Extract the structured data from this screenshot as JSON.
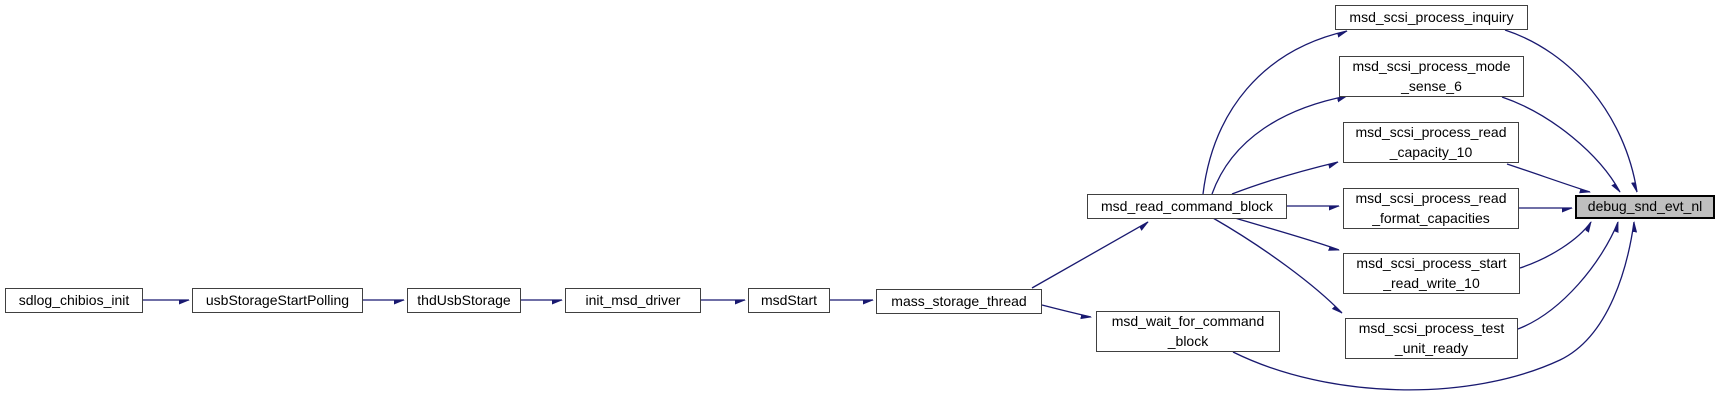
{
  "diagram": {
    "kind": "doxygen-call-graph",
    "colors": {
      "background": "#ffffff",
      "edge": "#191970",
      "node_border": "#404040",
      "node_fill": "#ffffff",
      "highlight_fill": "#bfbfbf",
      "text": "#000000"
    },
    "nodes": {
      "sdlog_chibios_init": {
        "label": "sdlog_chibios_init"
      },
      "usbStorageStartPolling": {
        "label": "usbStorageStartPolling"
      },
      "thdUsbStorage": {
        "label": "thdUsbStorage"
      },
      "init_msd_driver": {
        "label": "init_msd_driver"
      },
      "msdStart": {
        "label": "msdStart"
      },
      "mass_storage_thread": {
        "label": "mass_storage_thread"
      },
      "msd_read_command_block": {
        "label": "msd_read_command_block"
      },
      "msd_wait_for_command_block": {
        "label": "msd_wait_for_command\n_block"
      },
      "msd_scsi_process_inquiry": {
        "label": "msd_scsi_process_inquiry"
      },
      "msd_scsi_process_mode_sense_6": {
        "label": "msd_scsi_process_mode\n_sense_6"
      },
      "msd_scsi_process_read_capacity_10": {
        "label": "msd_scsi_process_read\n_capacity_10"
      },
      "msd_scsi_process_read_format_capacities": {
        "label": "msd_scsi_process_read\n_format_capacities"
      },
      "msd_scsi_process_start_read_write_10": {
        "label": "msd_scsi_process_start\n_read_write_10"
      },
      "msd_scsi_process_test_unit_ready": {
        "label": "msd_scsi_process_test\n_unit_ready"
      },
      "debug_snd_evt_nl": {
        "label": "debug_snd_evt_nl"
      }
    },
    "edges": [
      {
        "from": "sdlog_chibios_init",
        "to": "usbStorageStartPolling"
      },
      {
        "from": "usbStorageStartPolling",
        "to": "thdUsbStorage"
      },
      {
        "from": "thdUsbStorage",
        "to": "init_msd_driver"
      },
      {
        "from": "init_msd_driver",
        "to": "msdStart"
      },
      {
        "from": "msdStart",
        "to": "mass_storage_thread"
      },
      {
        "from": "mass_storage_thread",
        "to": "msd_read_command_block"
      },
      {
        "from": "mass_storage_thread",
        "to": "msd_wait_for_command_block"
      },
      {
        "from": "msd_read_command_block",
        "to": "msd_scsi_process_inquiry"
      },
      {
        "from": "msd_read_command_block",
        "to": "msd_scsi_process_mode_sense_6"
      },
      {
        "from": "msd_read_command_block",
        "to": "msd_scsi_process_read_capacity_10"
      },
      {
        "from": "msd_read_command_block",
        "to": "msd_scsi_process_read_format_capacities"
      },
      {
        "from": "msd_read_command_block",
        "to": "msd_scsi_process_start_read_write_10"
      },
      {
        "from": "msd_read_command_block",
        "to": "msd_scsi_process_test_unit_ready"
      },
      {
        "from": "msd_scsi_process_inquiry",
        "to": "debug_snd_evt_nl"
      },
      {
        "from": "msd_scsi_process_mode_sense_6",
        "to": "debug_snd_evt_nl"
      },
      {
        "from": "msd_scsi_process_read_capacity_10",
        "to": "debug_snd_evt_nl"
      },
      {
        "from": "msd_scsi_process_read_format_capacities",
        "to": "debug_snd_evt_nl"
      },
      {
        "from": "msd_scsi_process_start_read_write_10",
        "to": "debug_snd_evt_nl"
      },
      {
        "from": "msd_scsi_process_test_unit_ready",
        "to": "debug_snd_evt_nl"
      },
      {
        "from": "msd_wait_for_command_block",
        "to": "debug_snd_evt_nl"
      }
    ]
  }
}
